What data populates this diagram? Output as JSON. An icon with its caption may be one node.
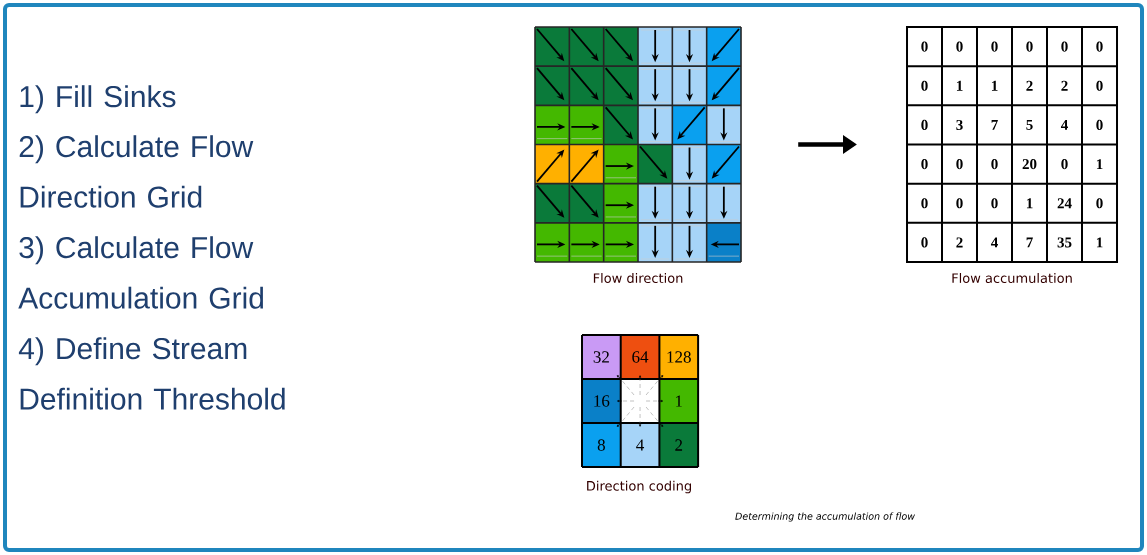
{
  "diagram": {
    "nodes": [
      {
        "text": [],
        "shape": "picture",
        "beside": [
          "Flow direction"
        ]
      },
      {
        "text": [],
        "shape": "box",
        "beside": [
          "Flow accumulation"
        ]
      }
    ],
    "edges": [
      {
        "from": 0,
        "to": 1,
        "arrow": "to"
      }
    ],
    "labels": [
      "1) Fill Sinks",
      "2) Calculate Flow Direction Grid",
      "3) Calculate Flow Accumulation Grid",
      "4) Define Stream Definition Threshold",
      "0",
      "0",
      "0",
      "0",
      "0",
      "0",
      "0",
      "1",
      "1",
      "2",
      "2",
      "0",
      "0",
      "3",
      "7",
      "5",
      "4",
      "0",
      "0",
      "0",
      "0",
      "20",
      "0",
      "1",
      "0",
      "0",
      "0",
      "1",
      "24",
      "0",
      "0",
      "2",
      "4",
      "7",
      "35",
      "1",
      "32",
      "64",
      "128",
      "16",
      "1",
      "8",
      "4",
      "2",
      "Direction coding",
      "Determining the accumulation of flow"
    ]
  }
}
